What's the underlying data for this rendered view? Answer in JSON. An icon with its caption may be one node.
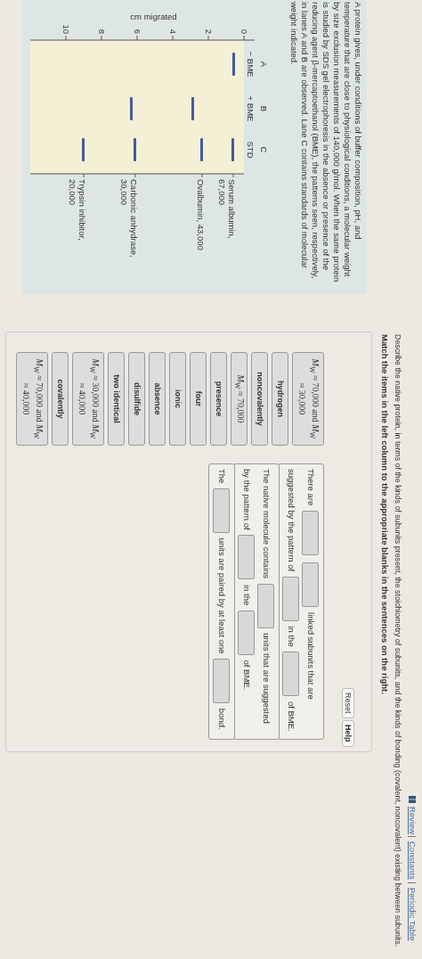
{
  "diagram": {
    "nodes": [
      {
        "text": [
          "*M*$_{W}$ ≈ 70,000 and *M*$_{W}$ ≈ 30,000"
        ]
      },
      {
        "text": [
          "hydrogen"
        ]
      },
      {
        "text": [
          "noncovalently"
        ]
      },
      {
        "text": [
          "*M*$_{W}$ ≈ 70,000"
        ]
      },
      {
        "text": [
          "presence"
        ]
      },
      {
        "text": [
          "four"
        ]
      },
      {
        "text": [
          "ionic"
        ]
      },
      {
        "text": [
          "absence"
        ]
      },
      {
        "text": [
          "disulfide"
        ]
      },
      {
        "text": [
          "two identical"
        ]
      },
      {
        "text": [
          "*M*$_{W}$ ≈ 30,000 and *M*$_{W}$ ≈ 40,000"
        ]
      },
      {
        "text": [
          "covalently"
        ]
      },
      {
        "text": [
          "*M*$_{W}$ ≈ 70,000 and *M*$_{W}$ ≈ 40,000"
        ]
      },
      {
        "text": [
          "There are",
          "linked subunits that are suggested by the pattern of",
          "in the",
          "of BME."
        ]
      },
      {
        "text": [],
        "shape": "box",
        "in": 13
      },
      {
        "text": [],
        "shape": "box",
        "in": 13
      },
      {
        "text": [],
        "shape": "box",
        "in": 13
      },
      {
        "text": [],
        "shape": "box",
        "in": 13
      },
      {
        "text": [
          "The native molecule contains",
          "units that are suggested by the pattern of",
          "in the",
          "of BME."
        ]
      },
      {
        "text": [],
        "shape": "box",
        "in": 18
      },
      {
        "text": [],
        "shape": "box",
        "in": 18
      },
      {
        "text": [],
        "shape": "box",
        "in": 18
      },
      {
        "text": [
          "The",
          "units are paired by at least one",
          "bond."
        ]
      },
      {
        "text": [],
        "shape": "box",
        "in": 22
      },
      {
        "text": [],
        "shape": "box",
        "in": 22
      }
    ],
    "labels": [
      "Review",
      "Constants",
      "Periodic Table",
      "Describe the native protein, in terms of the kinds of subunits present, the stoichiometry of subunits, and the kinds of bonding (covalent, noncovalent) existing between subunits.",
      "Match the items in the left column to the appropriate blanks in the sentences on the right.",
      "A protein gives, under conditions of buffer composition, pH, and temperature that are close to physiological conditions, a molecular weight by size exclusion measurements of 140,000 g/mol. When the same protein is studied by SDS gel electrophoresis in the absence or presence of the reducing agent β-mercaptoethanol (BME), the patterns seen, respectively, in lanes A and B are observed. Lane C contains standards of molecular weight indicated.",
      "cm migrated",
      "0",
      "2",
      "4",
      "6",
      "8",
      "10",
      "A",
      "B",
      "C",
      "− BME",
      "+ BME",
      "STD",
      "Serum albumin, 67,000",
      "Ovalbumin, 43,000",
      "Carbonic anhydrase, 30,000",
      "Trypsin inhibitor, 20,000",
      "Reset",
      "Help"
    ]
  }
}
